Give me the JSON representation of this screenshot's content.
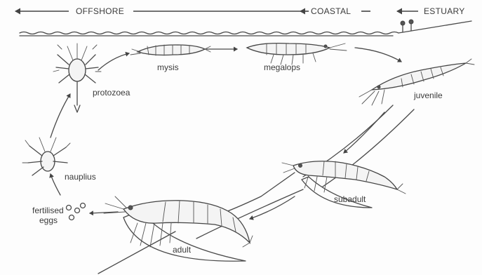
{
  "zones": {
    "offshore": "OFFSHORE",
    "coastal": "COASTAL",
    "estuary": "ESTUARY"
  },
  "stages": {
    "mysis": "mysis",
    "megalops": "megalops",
    "protozoea": "protozoea",
    "juvenile": "juvenile",
    "nauplius": "nauplius",
    "subadult": "subadult",
    "fertilised_eggs_line1": "fertilised",
    "fertilised_eggs_line2": "eggs",
    "adult": "adult"
  }
}
